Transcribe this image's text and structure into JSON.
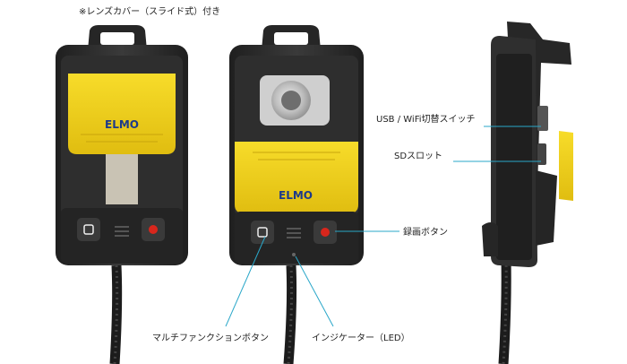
{
  "note": "※レンズカバー（スライド式）付き",
  "brand": "ELMO",
  "labels": {
    "usb_wifi": "USB / WiFi切替スイッチ",
    "sd_slot": "SDスロット",
    "record_button": "録画ボタン",
    "multifunction_button": "マルチファンクションボタン",
    "indicator": "インジケーター（LED）"
  },
  "colors": {
    "body_dark": "#2b2b2b",
    "yellow": "#f2d21b",
    "leader_line": "#2aa7c9",
    "record_red": "#d8261c"
  }
}
